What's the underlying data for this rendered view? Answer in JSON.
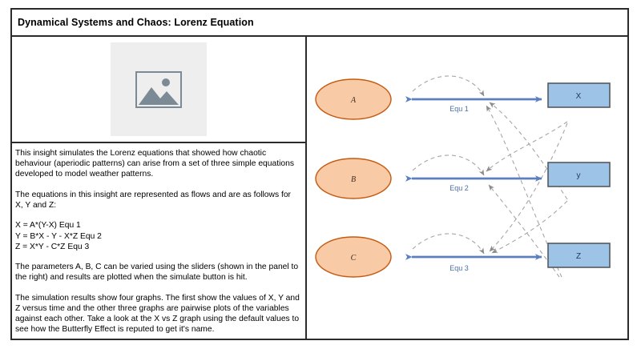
{
  "header": {
    "title": "Dynamical Systems and Chaos: Lorenz Equation"
  },
  "left_panel": {
    "image_placeholder": {
      "icon": "broken-image-icon",
      "frame_color": "#7b8a94",
      "background": "#eeeeef"
    },
    "paragraphs": [
      "This insight simulates the Lorenz equations that showed how chaotic behaviour (aperiodic patterns) can arise from a set of three simple equations developed to model weather patterns.",
      "The equations in this insight are represented as flows and are as follows for X, Y and Z:",
      "X = A*(Y-X) Equ 1\nY = B*X - Y - X*Z Equ 2\nZ = X*Y - C*Z Equ 3",
      "The parameters A, B, C can be varied using the sliders (shown in the panel to the right) and results are plotted when the simulate button is hit.",
      "The simulation results show four graphs. The first show the values of X, Y and Z versus time and the other three graphs are pairwise plots of the variables against each other. Take a look at the X vs Z graph using the default values to see how the Butterfly Effect is reputed to get it's name."
    ]
  },
  "diagram": {
    "colors": {
      "parameter_fill": "#f8cba6",
      "parameter_stroke": "#c55a11",
      "variable_fill": "#9dc3e6",
      "variable_stroke": "#54595f",
      "flow_arrow": "#5b7fbf",
      "equation_label": "#4a6fa5",
      "dashed_link": "#a6a6a6"
    },
    "rows": [
      {
        "parameter": "A",
        "variable": "X",
        "equation_label": "Equ 1"
      },
      {
        "parameter": "B",
        "variable": "y",
        "equation_label": "Equ 2"
      },
      {
        "parameter": "C",
        "variable": "Z",
        "equation_label": "Equ 3"
      }
    ]
  }
}
